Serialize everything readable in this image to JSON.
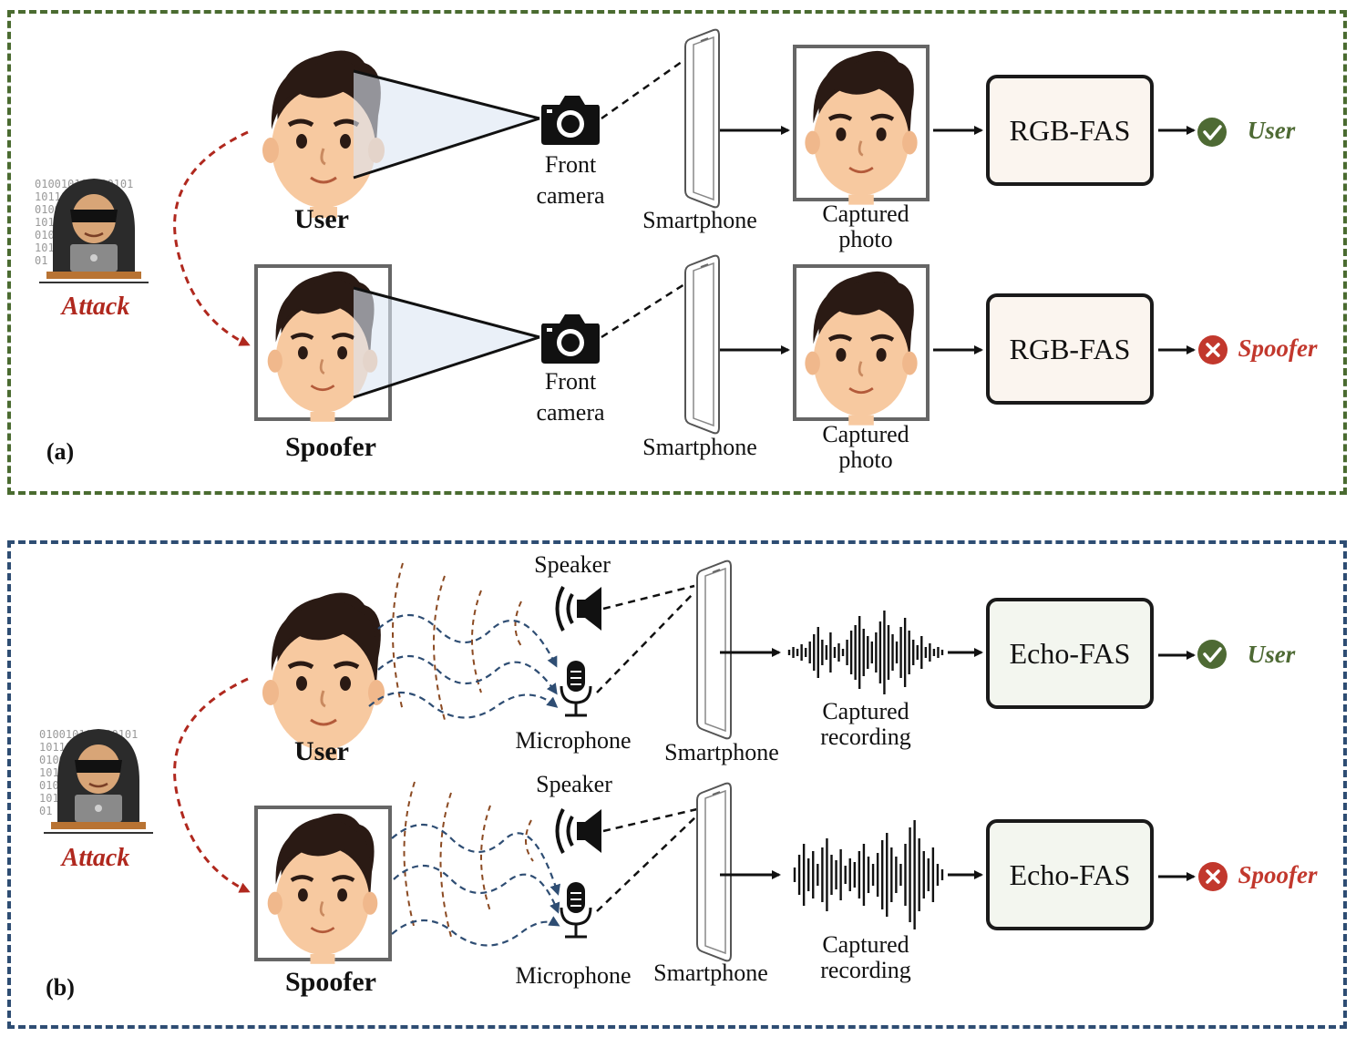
{
  "colors": {
    "panel_a_border": "#4a6b30",
    "panel_b_border": "#2e4d73",
    "attack": "#b0281e",
    "accept": "#4e6a34",
    "reject": "#c2382d",
    "wave_speaker": "#8b4a22",
    "wave_echo": "#2e4d73"
  },
  "icons": [
    "hacker-icon",
    "face-icon",
    "camera-icon",
    "smartphone-icon",
    "speaker-icon",
    "microphone-icon",
    "waveform-icon",
    "check-icon",
    "cross-icon"
  ],
  "panel_a": {
    "label": "(a)",
    "attack": "Attack",
    "user_row": {
      "identity": "User",
      "camera_label": [
        "Front",
        "camera"
      ],
      "phone_label": "Smartphone",
      "capture_label": [
        "Captured",
        "photo"
      ],
      "model": "RGB-FAS",
      "result": "User"
    },
    "spoof_row": {
      "identity": "Spoofer",
      "camera_label": [
        "Front",
        "camera"
      ],
      "phone_label": "Smartphone",
      "capture_label": [
        "Captured",
        "photo"
      ],
      "model": "RGB-FAS",
      "result": "Spoofer"
    }
  },
  "panel_b": {
    "label": "(b)",
    "attack": "Attack",
    "user_row": {
      "identity": "User",
      "speaker_label": "Speaker",
      "mic_label": "Microphone",
      "phone_label": "Smartphone",
      "capture_label": [
        "Captured",
        "recording"
      ],
      "model": "Echo-FAS",
      "result": "User"
    },
    "spoof_row": {
      "identity": "Spoofer",
      "speaker_label": "Speaker",
      "mic_label": "Microphone",
      "phone_label": "Smartphone",
      "capture_label": [
        "Captured",
        "recording"
      ],
      "model": "Echo-FAS",
      "result": "Spoofer"
    }
  }
}
